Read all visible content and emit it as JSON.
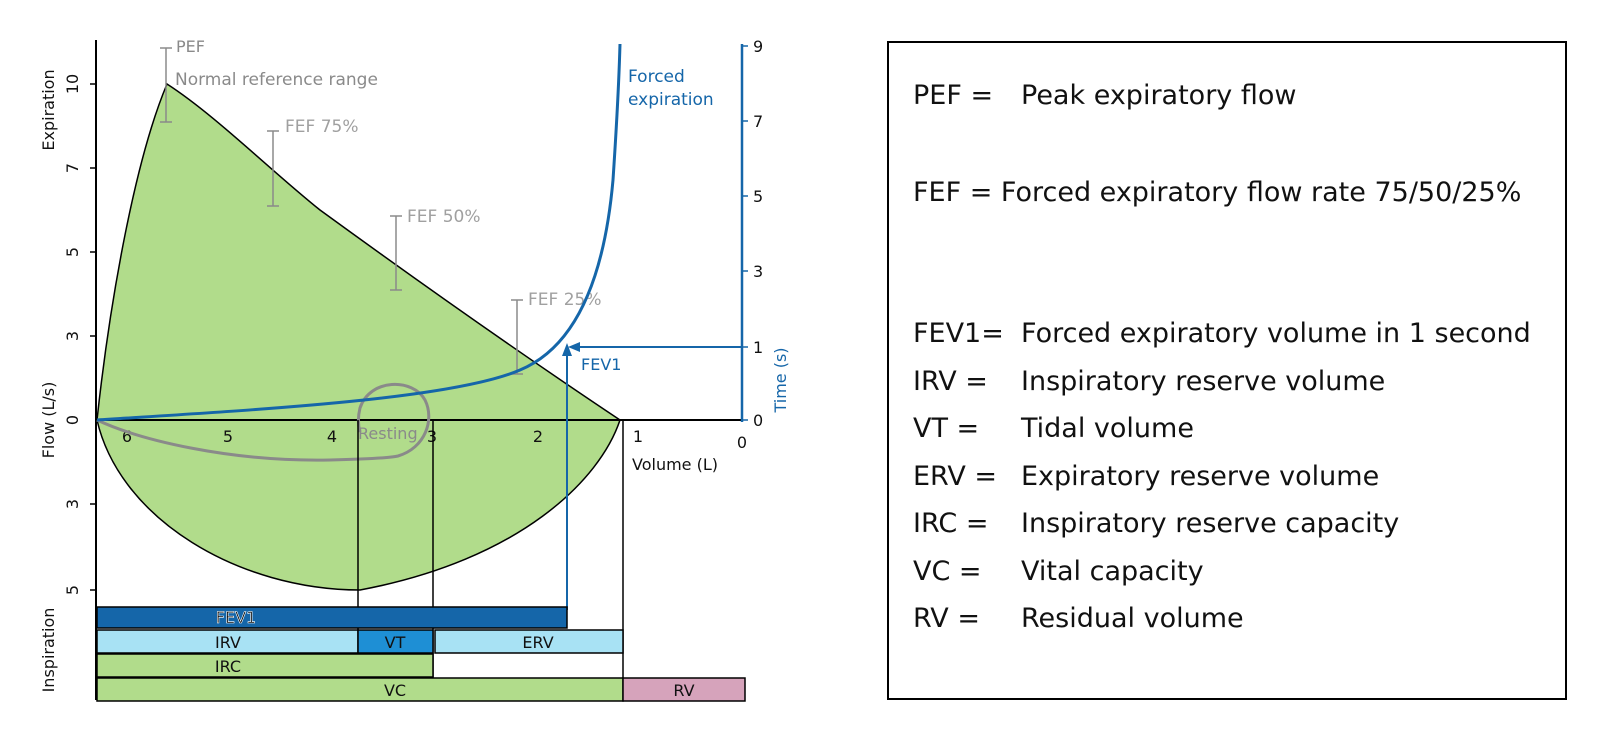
{
  "diagram": {
    "y_axis_expiration": "Expiration",
    "y_axis_inspiration": "Inspiration",
    "y_axis_flow": "Flow (L/s)",
    "y_ticks_expiration": [
      "10",
      "7",
      "5",
      "3",
      "0"
    ],
    "y_ticks_inspiration": [
      "3",
      "5"
    ],
    "x_axis_label": "Volume (L)",
    "x_ticks": [
      "6",
      "5",
      "4",
      "3",
      "2",
      "1",
      "0"
    ],
    "time_axis_label": "Time (s)",
    "time_ticks": [
      "9",
      "7",
      "5",
      "3",
      "1",
      "0"
    ],
    "pef_label": "PEF",
    "normal_range_label": "Normal reference range",
    "fef75_label": "FEF 75%",
    "fef50_label": "FEF 50%",
    "fef25_label": "FEF 25%",
    "forced_expiration_label_1": "Forced",
    "forced_expiration_label_2": "expiration",
    "fev1_marker_label": "FEV1",
    "resting_label": "Resting",
    "bars": {
      "fev1": "FEV1",
      "irv": "IRV",
      "vt": "VT",
      "erv": "ERV",
      "irc": "IRC",
      "vc": "VC",
      "rv": "RV"
    },
    "colors": {
      "loop_fill": "#b1dc8b",
      "forced_curve": "#1566a9",
      "fev1_bar": "#1566a9",
      "light_blue_bar": "#a8e2f4",
      "vt_bar": "#1e8fd5",
      "green_bar": "#b1dc8b",
      "rv_bar": "#d6a3bb",
      "reference_gray": "#8a8a8a"
    }
  },
  "legend": {
    "pef": {
      "abbr": "PEF =",
      "text": "Peak expiratory flow"
    },
    "fef": {
      "text": "FEF = Forced expiratory flow rate 75/50/25%"
    },
    "fev1": {
      "abbr": "FEV1=",
      "text": "Forced expiratory volume in 1 second"
    },
    "irv": {
      "abbr": "IRV =",
      "text": "Inspiratory reserve volume"
    },
    "vt": {
      "abbr": "VT =",
      "text": "Tidal volume"
    },
    "erv": {
      "abbr": "ERV =",
      "text": "Expiratory reserve volume"
    },
    "irc": {
      "abbr": "IRC =",
      "text": "Inspiratory reserve capacity"
    },
    "vc": {
      "abbr": "VC =",
      "text": "Vital capacity"
    },
    "rv": {
      "abbr": "RV =",
      "text": "Residual volume"
    }
  }
}
